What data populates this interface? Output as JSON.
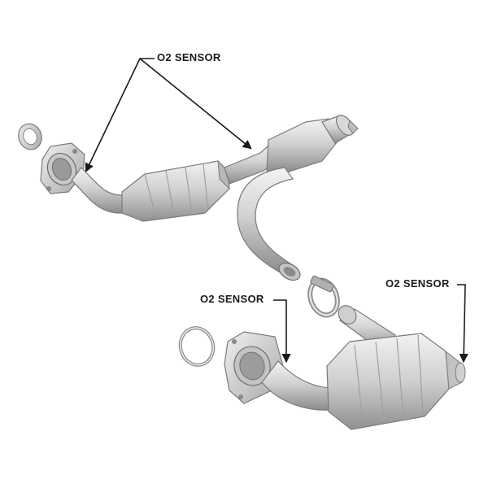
{
  "callouts": {
    "top_label": "O2 SENSOR",
    "left_label": "O2 SENSOR",
    "right_label": "O2 SENSOR"
  },
  "colors": {
    "metal_light": "#eeeeee",
    "metal_mid": "#c9c9c9",
    "metal_dark": "#8e8e8e",
    "outline": "#7a7a7a",
    "arrow": "#1a1a1a"
  }
}
